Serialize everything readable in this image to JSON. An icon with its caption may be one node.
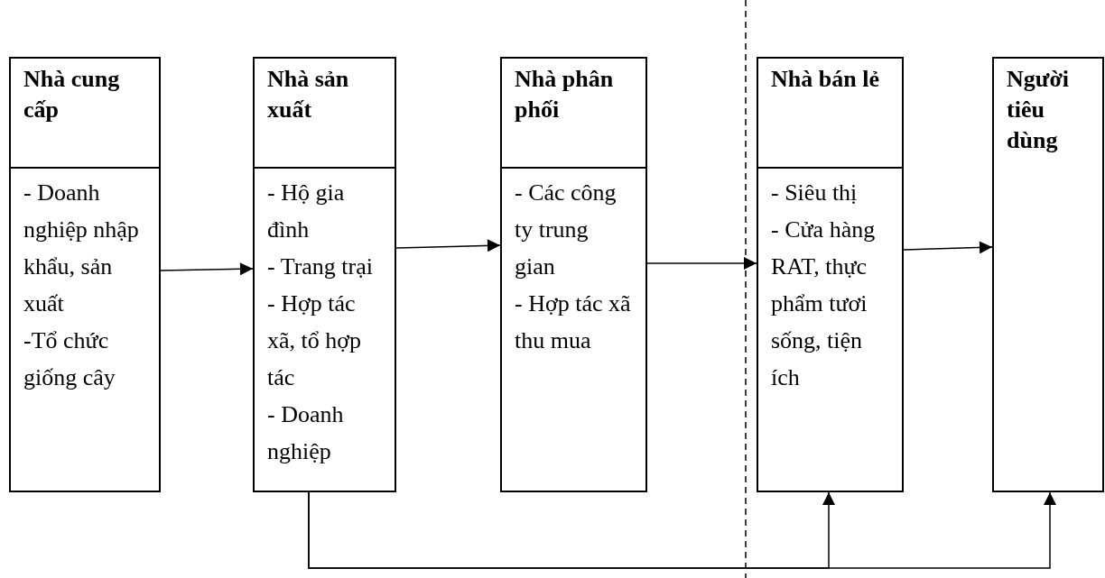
{
  "diagram": {
    "nodes": [
      {
        "text": [
          "Nhà cung cấp",
          "- Doanh nghiệp nhập khẩu, sản xuất",
          "-Tổ chức giống cây"
        ]
      },
      {
        "text": [
          "Nhà sản xuất",
          "- Hộ gia đình",
          "- Trang trại",
          "- Hợp tác xã, tổ hợp tác",
          "- Doanh nghiệp"
        ]
      },
      {
        "text": [
          "Nhà phân phối",
          "- Các công ty trung gian",
          "- Hợp tác xã thu mua"
        ]
      },
      {
        "text": [
          "Nhà bán lẻ",
          "- Siêu thị",
          "- Cửa hàng RAT, thực phẩm tươi sống, tiện ích"
        ]
      },
      {
        "text": [
          "Người tiêu dùng"
        ]
      }
    ],
    "edges": [
      {
        "from": 0,
        "to": 1,
        "arrow": "to"
      },
      {
        "from": 1,
        "to": 2,
        "arrow": "to"
      },
      {
        "from": 2,
        "to": 3,
        "arrow": "to"
      },
      {
        "from": 3,
        "to": 4,
        "arrow": "to"
      },
      {
        "from": 1,
        "to": 3,
        "arrow": "to"
      },
      {
        "from": 1,
        "to": 4,
        "arrow": "to"
      }
    ]
  }
}
